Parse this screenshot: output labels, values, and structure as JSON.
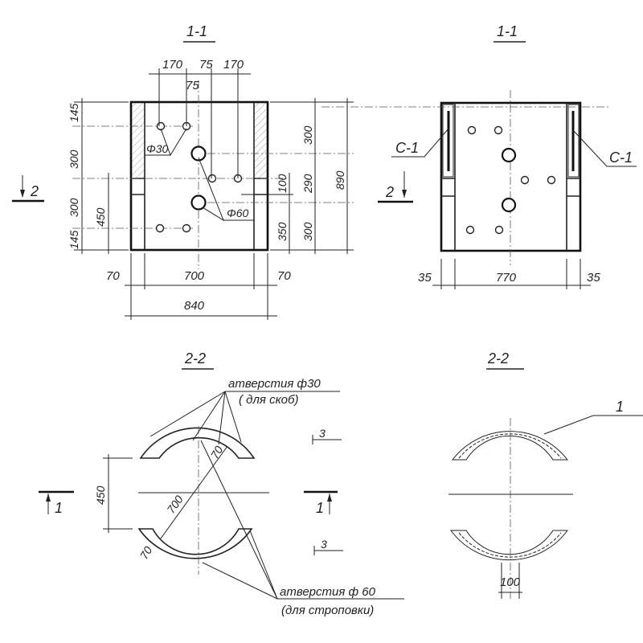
{
  "views": {
    "left_section": {
      "title": "1-1",
      "top_dims": [
        "170",
        "75",
        "170"
      ],
      "center_dim": "75",
      "left_dims": [
        "145",
        "300",
        "300",
        "145"
      ],
      "left_inner_dim": "450",
      "right_inner_dims": [
        "100",
        "350"
      ],
      "right_dims": [
        "300",
        "290",
        "300"
      ],
      "total_height": "890",
      "bottom_dims": [
        "70",
        "700",
        "70"
      ],
      "total_width": "840",
      "hole_small_label": "Φ30",
      "hole_large_label": "Φ60",
      "section_marker": "2"
    },
    "right_section": {
      "title": "1-1",
      "rebar_label_left": "С-1",
      "rebar_label_right": "С-1",
      "bottom_dims": [
        "35",
        "770",
        "35"
      ],
      "section_marker": "2"
    },
    "left_plan": {
      "title": "2-2",
      "note_small_line1": "атверстия ф30",
      "note_small_line2": "( для скоб)",
      "note_large_line1": "атверстия ф 60",
      "note_large_line2": "(для строповки)",
      "dim_gap": "450",
      "dim_diameter": "700",
      "dim_thickness_top": "70",
      "dim_thickness_bottom": "70",
      "section_marker_left": "1",
      "section_marker_right": "1",
      "section_marker_3_top": "3",
      "section_marker_3_bottom": "3"
    },
    "right_plan": {
      "title": "2-2",
      "callout": "1",
      "dim_bottom": "100"
    }
  }
}
